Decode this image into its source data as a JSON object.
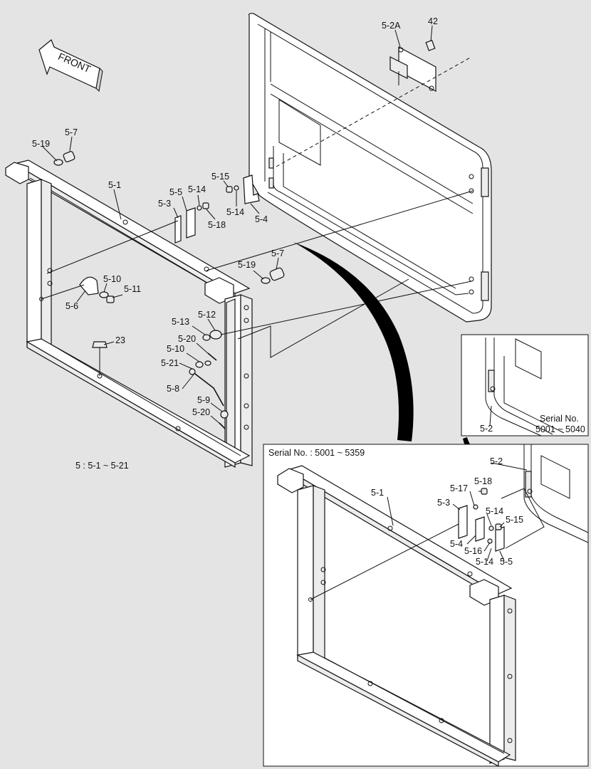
{
  "colors": {
    "background": "#e4e4e4",
    "ink": "#111111",
    "part_fill": "#ececec",
    "panel_fill": "#ffffff"
  },
  "front_label": "FRONT",
  "scope_note": "5 : 5-1 ~ 5-21",
  "inset_small": {
    "title": "Serial No.",
    "range": "5001 ~ 5040",
    "part": "5-2"
  },
  "inset_large": {
    "title": "Serial No. : 5001 ~ 5359"
  },
  "labels": {
    "l_5_2a": "5-2A",
    "l_42": "42",
    "l_5_7a": "5-7",
    "l_5_19a": "5-19",
    "l_5_1": "5-1",
    "l_5_5": "5-5",
    "l_5_14a": "5-14",
    "l_5_3": "5-3",
    "l_5_18": "5-18",
    "l_5_15": "5-15",
    "l_5_14b": "5-14",
    "l_5_4": "5-4",
    "l_5_7b": "5-7",
    "l_5_19b": "5-19",
    "l_5_10a": "5-10",
    "l_5_11": "5-11",
    "l_5_6": "5-6",
    "l_5_12": "5-12",
    "l_5_13": "5-13",
    "l_5_20a": "5-20",
    "l_5_10b": "5-10",
    "l_23": "23",
    "l_5_21": "5-21",
    "l_5_8": "5-8",
    "l_5_9": "5-9",
    "l_5_20b": "5-20",
    "i_5_2": "5-2",
    "i_5_1": "5-1",
    "i_5_17": "5-17",
    "i_5_18": "5-18",
    "i_5_3": "5-3",
    "i_5_14a": "5-14",
    "i_5_15": "5-15",
    "i_5_4": "5-4",
    "i_5_16": "5-16",
    "i_5_14b": "5-14",
    "i_5_5": "5-5"
  }
}
